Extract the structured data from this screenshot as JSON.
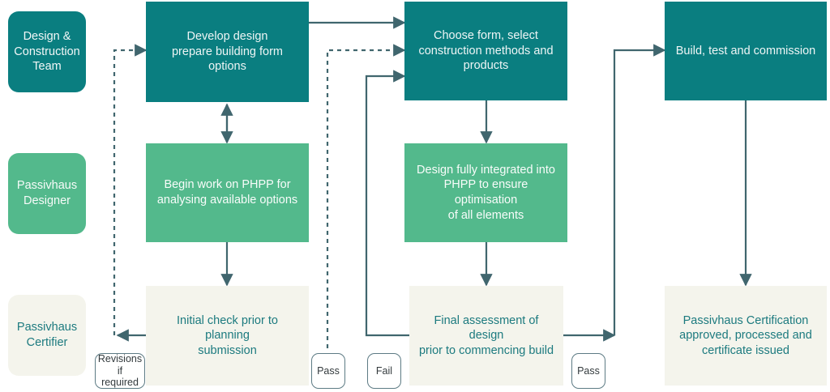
{
  "diagram": {
    "title": "Passivhaus design, certification and build process flowchart",
    "colors": {
      "teal": "#0a7e80",
      "green": "#53b98c",
      "cream": "#f4f4ec",
      "cream_text": "#1c7a7f",
      "connector": "#40666e",
      "dashed_connector": "#40666e",
      "background": "#ffffff"
    }
  },
  "lanes": [
    {
      "id": "design-construction-team",
      "label": "Design &\nConstruction\nTeam",
      "style": "teal"
    },
    {
      "id": "passivhaus-designer",
      "label": "Passivhaus\nDesigner",
      "style": "green"
    },
    {
      "id": "passivhaus-certifier",
      "label": "Passivhaus\nCertifier",
      "style": "cream"
    }
  ],
  "nodes": [
    {
      "id": "develop-design",
      "lane": "design-construction-team",
      "style": "teal",
      "label": "Develop design\nprepare building form options"
    },
    {
      "id": "choose-form",
      "lane": "design-construction-team",
      "style": "teal",
      "label": "Choose form, select\nconstruction methods and\nproducts"
    },
    {
      "id": "build-test-commission",
      "lane": "design-construction-team",
      "style": "teal",
      "label": "Build, test and commission"
    },
    {
      "id": "begin-phpp",
      "lane": "passivhaus-designer",
      "style": "green",
      "label": "Begin work on PHPP for\nanalysing available options"
    },
    {
      "id": "design-integrated-phpp",
      "lane": "passivhaus-designer",
      "style": "green",
      "label": "Design fully integrated into\nPHPP to ensure optimisation\nof all elements"
    },
    {
      "id": "initial-check",
      "lane": "passivhaus-certifier",
      "style": "cream",
      "label": "Initial check prior to planning\nsubmission"
    },
    {
      "id": "final-assessment",
      "lane": "passivhaus-certifier",
      "style": "cream",
      "label": "Final assessment of design\nprior to commencing build"
    },
    {
      "id": "certification-issued",
      "lane": "passivhaus-certifier",
      "style": "cream",
      "label": "Passivhaus Certification\napproved, processed and\ncertificate issued"
    }
  ],
  "gates": [
    {
      "id": "revisions-if-required",
      "label": "Revisions\nif required"
    },
    {
      "id": "pass-initial-check",
      "label": "Pass"
    },
    {
      "id": "fail-final-assessment",
      "label": "Fail"
    },
    {
      "id": "pass-final-assessment",
      "label": "Pass"
    }
  ]
}
